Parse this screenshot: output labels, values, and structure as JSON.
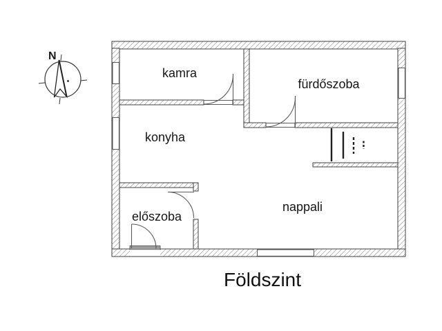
{
  "title": "Földszint",
  "compass": {
    "north_label": "N"
  },
  "rooms": [
    {
      "id": "kamra",
      "label": "kamra"
    },
    {
      "id": "furdoszoba",
      "label": "fürdőszoba"
    },
    {
      "id": "konyha",
      "label": "konyha"
    },
    {
      "id": "eloszoba",
      "label": "előszoba"
    },
    {
      "id": "nappali",
      "label": "nappali"
    }
  ],
  "colors": {
    "background": "#ffffff",
    "wall_outline": "#3f3f3f",
    "hatch_line": "#707070",
    "text": "#161616",
    "threshold": "#9e9e9e"
  }
}
